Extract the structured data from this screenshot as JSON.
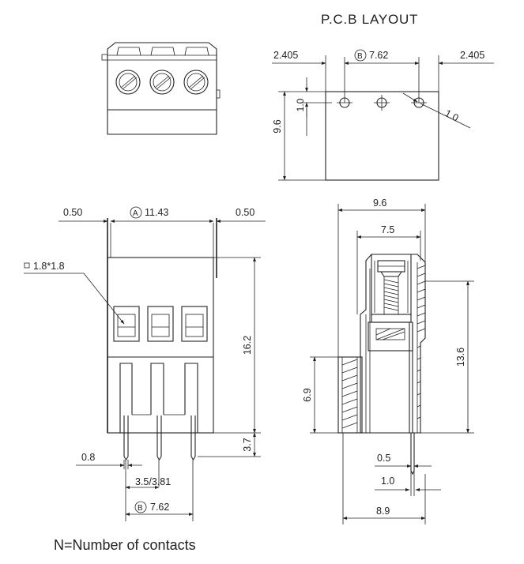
{
  "pcb_layout_title": "P.C.B LAYOUT",
  "legend": {
    "prefix": "N",
    "symbol": "=",
    "text": "Number of contacts"
  },
  "pcb": {
    "edge_left": "2.405",
    "pitch_letter": "B",
    "pitch": "7.62",
    "edge_right": "2.405",
    "height": "9.6",
    "hole_offset": "1.0",
    "hole_diameter": "1.0"
  },
  "front": {
    "clearance_left": "0.50",
    "span_letter": "A",
    "span": "11.43",
    "clearance_right": "0.50",
    "screw_size": "1.8*1.8",
    "body_height": "16.2",
    "pin_length": "3.7",
    "pin_width": "0.8",
    "pin_spacing": "3.5/3.81",
    "pitch_letter": "B",
    "pitch": "7.62"
  },
  "side": {
    "total_depth": "9.6",
    "upper_depth": "7.5",
    "height": "13.6",
    "lower_height": "6.9",
    "pin_thickness": "0.5",
    "pin_width": "1.0",
    "base_depth": "8.9"
  }
}
